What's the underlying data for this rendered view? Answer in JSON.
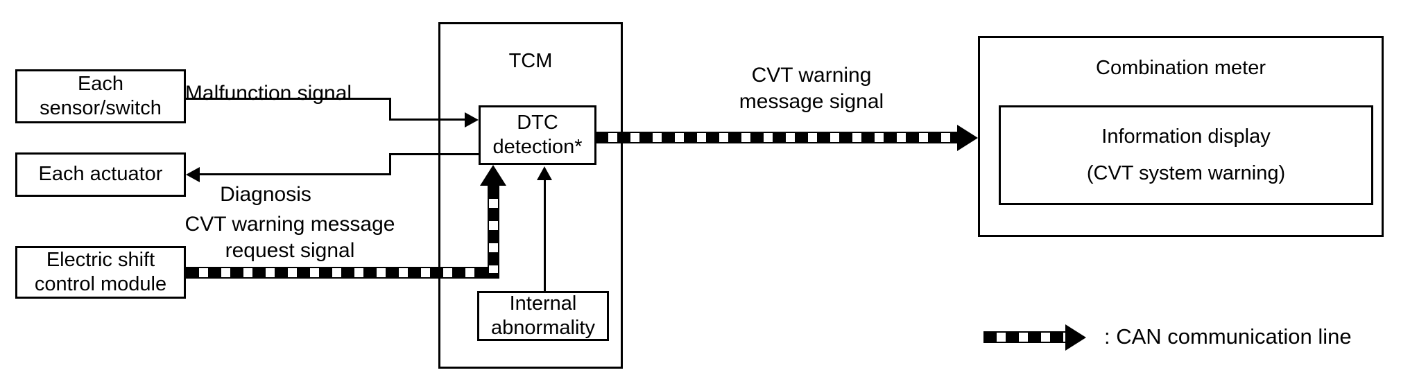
{
  "diagram": {
    "title": "CVT warning message / DTC detection system diagram",
    "colors": {
      "line": "#000000",
      "background": "#ffffff"
    },
    "blocks": {
      "each_sensor_switch": {
        "line1": "Each",
        "line2": "sensor/switch"
      },
      "each_actuator": {
        "line1": "Each actuator"
      },
      "electric_shift_control_module": {
        "line1": "Electric shift",
        "line2": "control module"
      },
      "tcm": {
        "title": "TCM"
      },
      "dtc_detection": {
        "line1": "DTC",
        "line2": "detection*"
      },
      "internal_abnormality": {
        "line1": "Internal",
        "line2": "abnormality"
      },
      "combination_meter": {
        "title": "Combination meter"
      },
      "information_display": {
        "line1": "Information display",
        "line2": "(CVT system warning)"
      }
    },
    "signals": {
      "malfunction_signal": "Malfunction signal",
      "diagnosis": "Diagnosis",
      "cvt_warning_message_request": {
        "line1": "CVT warning message",
        "line2": "request signal"
      },
      "cvt_warning_message_signal": {
        "line1": "CVT warning",
        "line2": "message signal"
      }
    },
    "legend": {
      "can_line_label": ": CAN communication line"
    }
  }
}
